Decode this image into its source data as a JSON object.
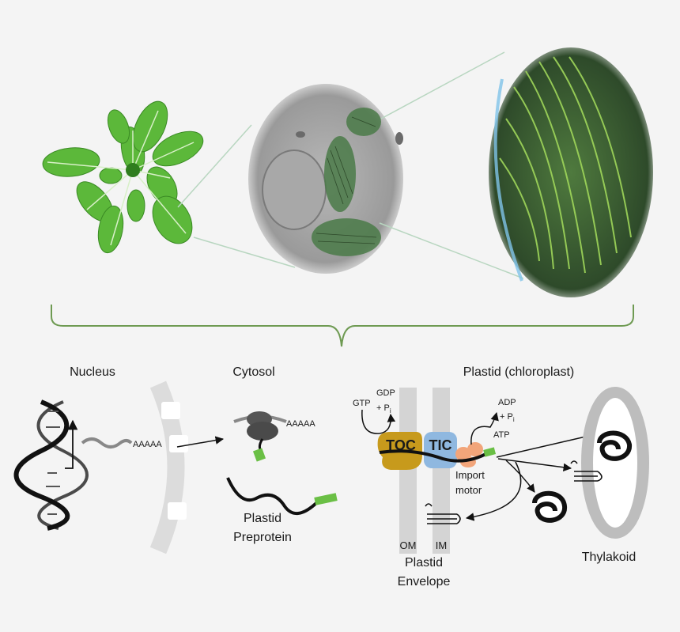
{
  "sections": {
    "nucleus": "Nucleus",
    "cytosol": "Cytosol",
    "plastid": "Plastid (chloroplast)"
  },
  "mrna_nucleus": "AAAAA",
  "mrna_cytosol": "AAAAA",
  "preprotein": {
    "line1": "Plastid",
    "line2": "Preprotein"
  },
  "complexes": {
    "toc": "TOC",
    "tic": "TIC"
  },
  "nucleotides": {
    "gtp": "GTP",
    "gdp": "GDP",
    "pi_toc": "+ P",
    "pi_sub_toc": "i",
    "adp": "ADP",
    "pi_motor": "+ P",
    "pi_sub_motor": "i",
    "atp": "ATP"
  },
  "import_motor": {
    "line1": "Import",
    "line2": "motor"
  },
  "membranes": {
    "om": "OM",
    "im": "IM"
  },
  "envelope": {
    "line1": "Plastid",
    "line2": "Envelope"
  },
  "thylakoid": "Thylakoid",
  "colors": {
    "leaf": "#5cb83a",
    "leaf_dark": "#2f7d1e",
    "toc": "#c79a1c",
    "tic": "#8fb8e0",
    "motor": "#f2a57a",
    "transit_peptide": "#6abf45",
    "membrane": "#d4d4d4",
    "bracket": "#6e9a52"
  }
}
